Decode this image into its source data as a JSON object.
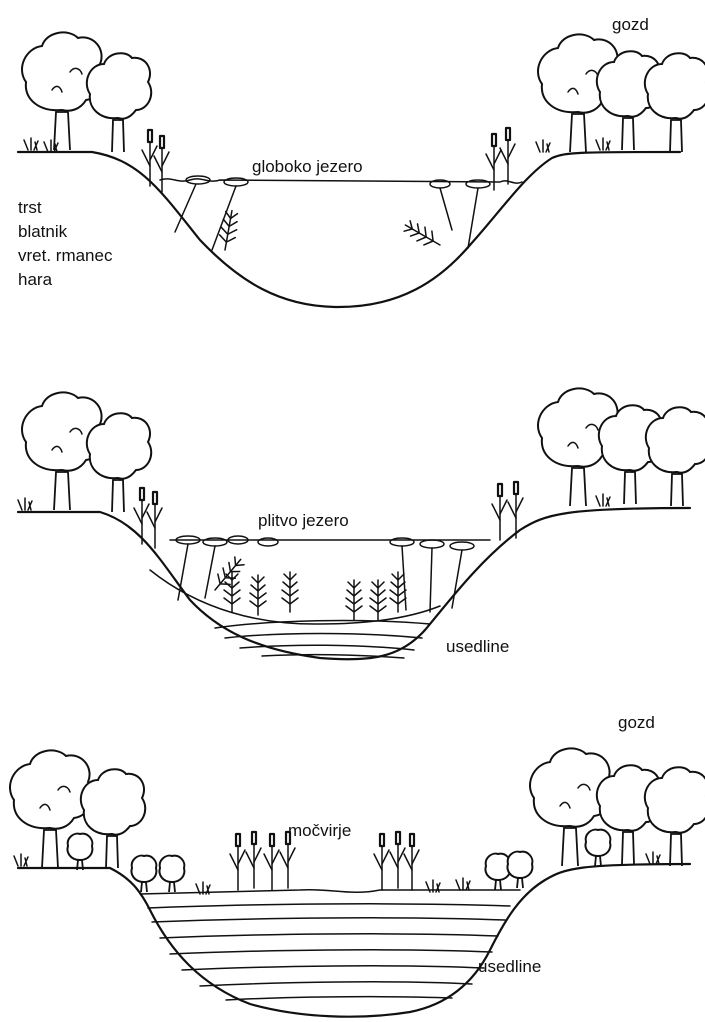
{
  "panel1": {
    "lake_label": "globoko jezero",
    "forest_label": "gozd",
    "plant_labels": [
      "trst",
      "blatnik",
      "vret. rmanec",
      "hara"
    ]
  },
  "panel2": {
    "lake_label": "plitvo jezero",
    "sediment_label": "usedline"
  },
  "panel3": {
    "marsh_label": "močvirje",
    "forest_label": "gozd",
    "sediment_label": "usedline"
  }
}
